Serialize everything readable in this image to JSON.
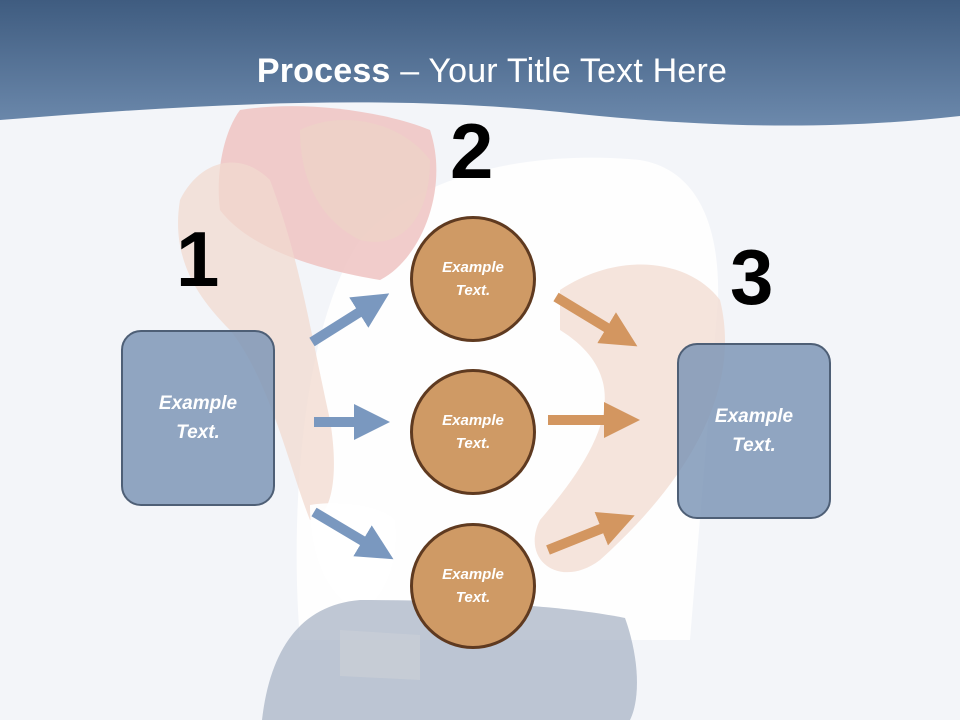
{
  "slide": {
    "title_bold": "Process",
    "title_rest": " – Your Title Text Here"
  },
  "steps": {
    "one": "1",
    "two": "2",
    "three": "3"
  },
  "left_box": {
    "text": "Example\nText."
  },
  "right_box": {
    "text": "Example\nText."
  },
  "circles": [
    {
      "text": "Example\nText."
    },
    {
      "text": "Example\nText."
    },
    {
      "text": "Example\nText."
    }
  ],
  "colors": {
    "header": "#4f6f93",
    "blue_box": "#7a94b5",
    "orange_circle": "#cf9a65",
    "blue_arrow": "#7a98bf",
    "orange_arrow": "#d39660"
  }
}
